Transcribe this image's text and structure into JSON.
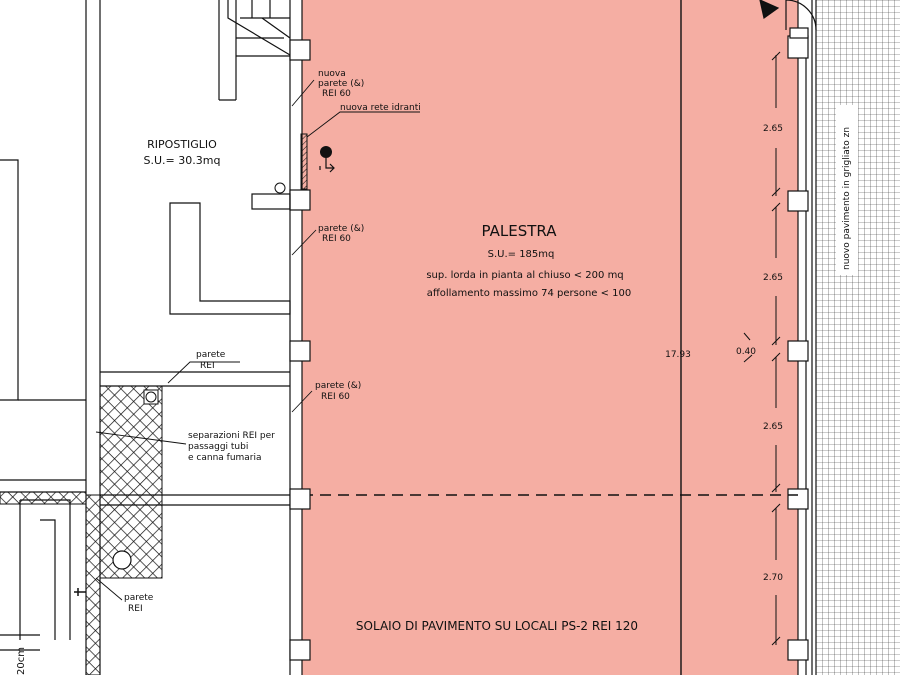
{
  "colors": {
    "room_fill": "#F5AEA3",
    "line": "#111111",
    "background": "#FFFFFF",
    "grid_line": "#222222"
  },
  "rooms": {
    "ripostiglio_name": "RIPOSTIGLIO",
    "ripostiglio_area": "S.U.= 30.3mq",
    "palestra_name": "PALESTRA",
    "palestra_area": "S.U.= 185mq",
    "palestra_note_1": "sup. lorda in pianta al chiuso < 200 mq",
    "palestra_note_2": "affollamento massimo 74 persone < 100"
  },
  "labels": {
    "nuova": "nuova",
    "parete_amp": "parete (&)",
    "rei60": "REI 60",
    "rete_idranti": "nuova rete idranti",
    "parete2_a": "parete (&)",
    "parete2_b": "REI 60",
    "parete3_a": "parete",
    "parete3_b": "REI",
    "parete4_a": "parete (&)",
    "parete4_b": "REI 60",
    "sep_1": "separazioni REI per",
    "sep_2": "passaggi tubi",
    "sep_3": "e canna fumaria",
    "parete5_a": "parete",
    "parete5_b": "REI",
    "solaio": "SOLAIO DI  PAVIMENTO SU LOCALI PS-2 REI 120",
    "pavimento": "nuovo pavimento in grigliato zn",
    "cut_text": "20cm"
  },
  "dimensions": {
    "total": "17.93",
    "d1": "2.65",
    "d2": "2.65",
    "d3": "2.65",
    "d4": "2.70",
    "pillar": "0.40"
  }
}
